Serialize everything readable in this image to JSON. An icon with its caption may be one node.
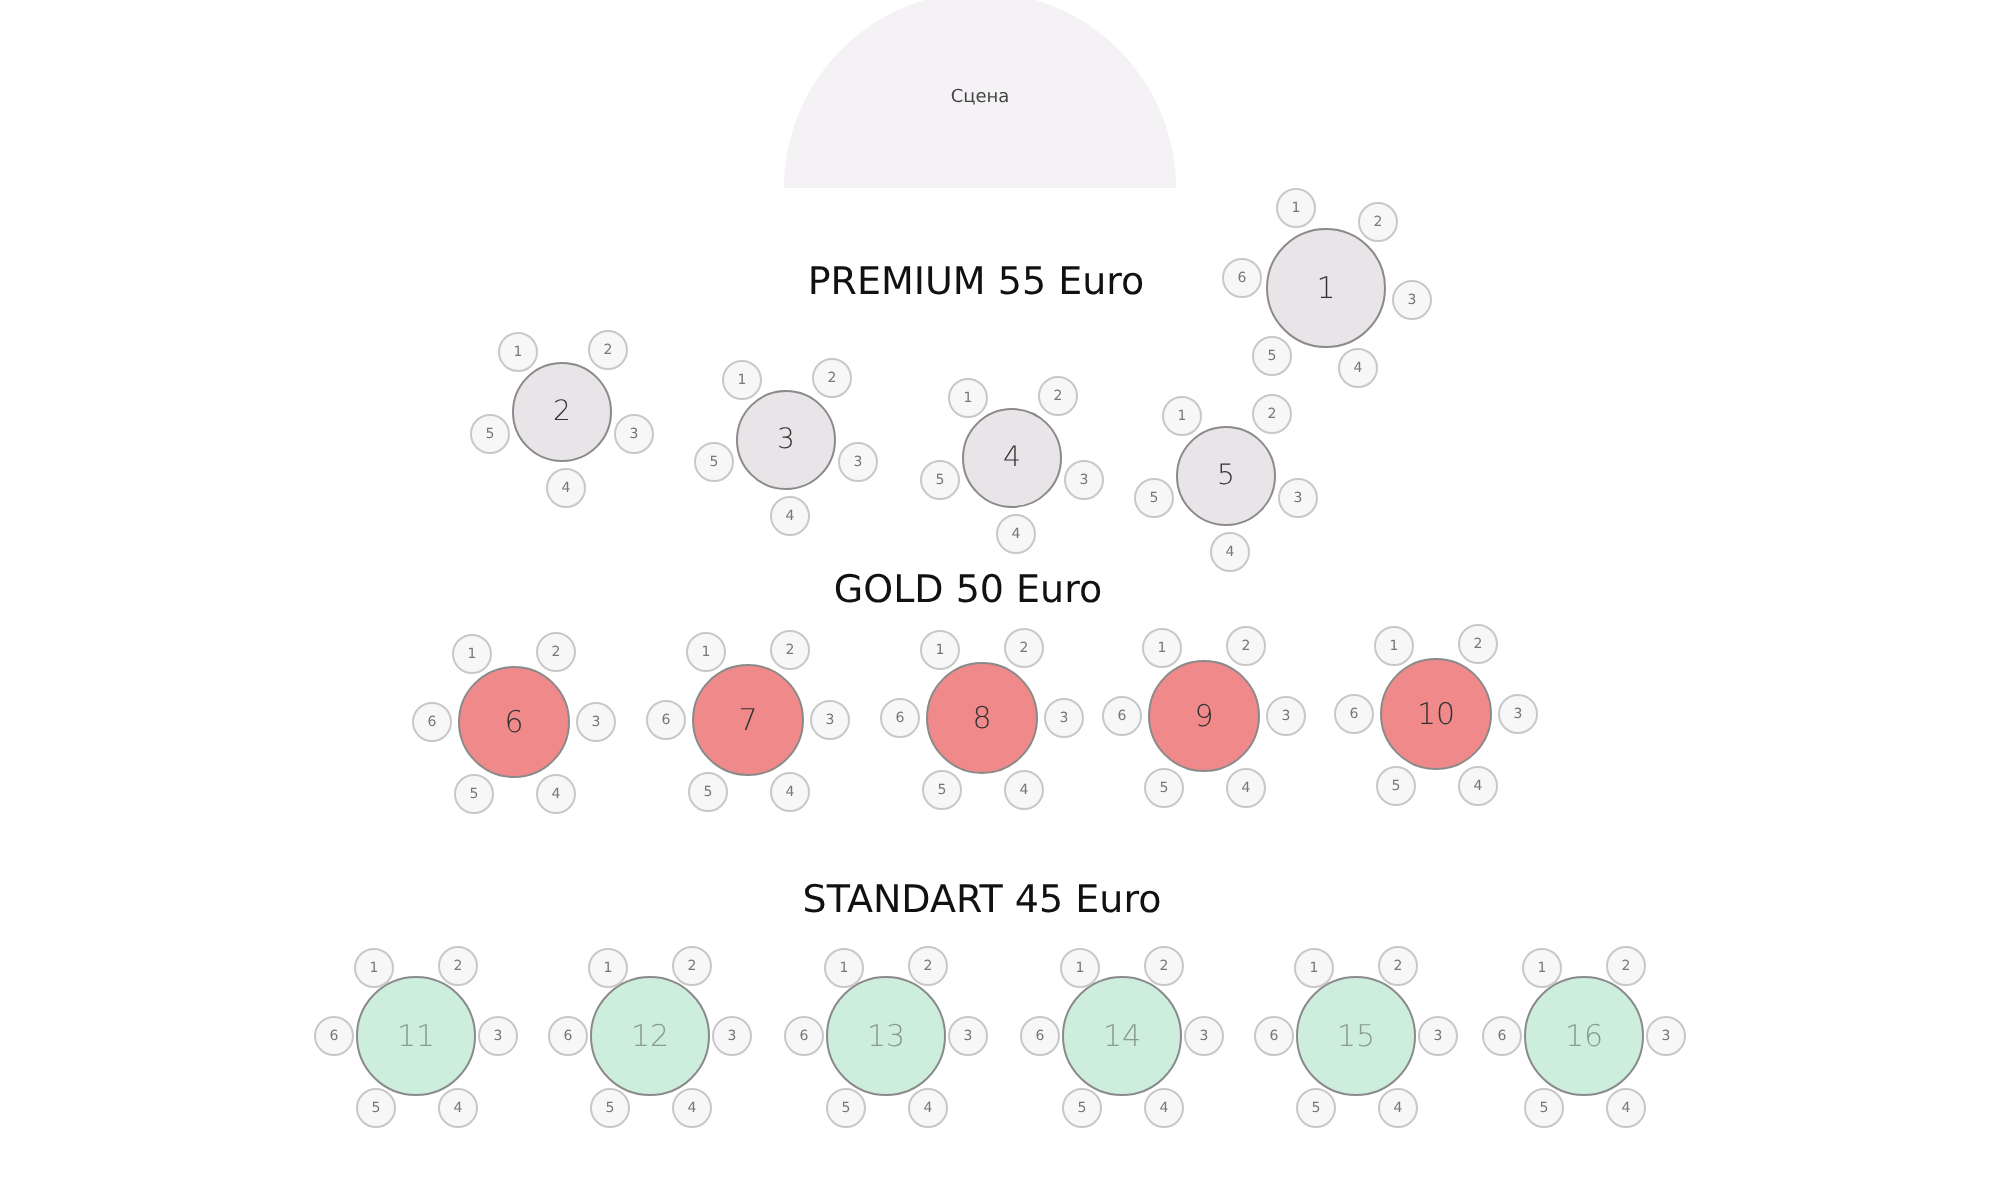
{
  "diagram": {
    "nodes": [
      {
        "text": [
          "Сцена"
        ]
      },
      {
        "text": [
          "1"
        ]
      },
      {
        "text": [
          "1"
        ]
      },
      {
        "text": [
          "2"
        ]
      },
      {
        "text": [
          "3"
        ]
      },
      {
        "text": [
          "4"
        ]
      },
      {
        "text": [
          "5"
        ]
      },
      {
        "text": [
          "6"
        ]
      },
      {
        "text": [
          "2"
        ]
      },
      {
        "text": [
          "1"
        ]
      },
      {
        "text": [
          "2"
        ]
      },
      {
        "text": [
          "3"
        ]
      },
      {
        "text": [
          "4"
        ]
      },
      {
        "text": [
          "5"
        ]
      },
      {
        "text": [
          "3"
        ]
      },
      {
        "text": [
          "1"
        ]
      },
      {
        "text": [
          "2"
        ]
      },
      {
        "text": [
          "3"
        ]
      },
      {
        "text": [
          "4"
        ]
      },
      {
        "text": [
          "5"
        ]
      },
      {
        "text": [
          "4"
        ]
      },
      {
        "text": [
          "1"
        ]
      },
      {
        "text": [
          "2"
        ]
      },
      {
        "text": [
          "3"
        ]
      },
      {
        "text": [
          "4"
        ]
      },
      {
        "text": [
          "5"
        ]
      },
      {
        "text": [
          "5"
        ]
      },
      {
        "text": [
          "1"
        ]
      },
      {
        "text": [
          "2"
        ]
      },
      {
        "text": [
          "3"
        ]
      },
      {
        "text": [
          "4"
        ]
      },
      {
        "text": [
          "5"
        ]
      },
      {
        "text": [
          "6"
        ]
      },
      {
        "text": [
          "1"
        ]
      },
      {
        "text": [
          "2"
        ]
      },
      {
        "text": [
          "3"
        ]
      },
      {
        "text": [
          "4"
        ]
      },
      {
        "text": [
          "5"
        ]
      },
      {
        "text": [
          "6"
        ]
      },
      {
        "text": [
          "7"
        ]
      },
      {
        "text": [
          "1"
        ]
      },
      {
        "text": [
          "2"
        ]
      },
      {
        "text": [
          "3"
        ]
      },
      {
        "text": [
          "4"
        ]
      },
      {
        "text": [
          "5"
        ]
      },
      {
        "text": [
          "6"
        ]
      },
      {
        "text": [
          "8"
        ]
      },
      {
        "text": [
          "1"
        ]
      },
      {
        "text": [
          "2"
        ]
      },
      {
        "text": [
          "3"
        ]
      },
      {
        "text": [
          "4"
        ]
      },
      {
        "text": [
          "5"
        ]
      },
      {
        "text": [
          "6"
        ]
      },
      {
        "text": [
          "9"
        ]
      },
      {
        "text": [
          "1"
        ]
      },
      {
        "text": [
          "2"
        ]
      },
      {
        "text": [
          "3"
        ]
      },
      {
        "text": [
          "4"
        ]
      },
      {
        "text": [
          "5"
        ]
      },
      {
        "text": [
          "6"
        ]
      },
      {
        "text": [
          "10"
        ]
      },
      {
        "text": [
          "1"
        ]
      },
      {
        "text": [
          "2"
        ]
      },
      {
        "text": [
          "3"
        ]
      },
      {
        "text": [
          "4"
        ]
      },
      {
        "text": [
          "5"
        ]
      },
      {
        "text": [
          "6"
        ]
      },
      {
        "text": [
          "11"
        ]
      },
      {
        "text": [
          "1"
        ]
      },
      {
        "text": [
          "2"
        ]
      },
      {
        "text": [
          "3"
        ]
      },
      {
        "text": [
          "4"
        ]
      },
      {
        "text": [
          "5"
        ]
      },
      {
        "text": [
          "6"
        ]
      },
      {
        "text": [
          "12"
        ]
      },
      {
        "text": [
          "1"
        ]
      },
      {
        "text": [
          "2"
        ]
      },
      {
        "text": [
          "3"
        ]
      },
      {
        "text": [
          "4"
        ]
      },
      {
        "text": [
          "5"
        ]
      },
      {
        "text": [
          "6"
        ]
      },
      {
        "text": [
          "13"
        ]
      },
      {
        "text": [
          "1"
        ]
      },
      {
        "text": [
          "2"
        ]
      },
      {
        "text": [
          "3"
        ]
      },
      {
        "text": [
          "4"
        ]
      },
      {
        "text": [
          "5"
        ]
      },
      {
        "text": [
          "6"
        ]
      },
      {
        "text": [
          "14"
        ]
      },
      {
        "text": [
          "1"
        ]
      },
      {
        "text": [
          "2"
        ]
      },
      {
        "text": [
          "3"
        ]
      },
      {
        "text": [
          "4"
        ]
      },
      {
        "text": [
          "5"
        ]
      },
      {
        "text": [
          "6"
        ]
      },
      {
        "text": [
          "15"
        ]
      },
      {
        "text": [
          "1"
        ]
      },
      {
        "text": [
          "2"
        ]
      },
      {
        "text": [
          "3"
        ]
      },
      {
        "text": [
          "4"
        ]
      },
      {
        "text": [
          "5"
        ]
      },
      {
        "text": [
          "6"
        ]
      },
      {
        "text": [
          "16"
        ]
      },
      {
        "text": [
          "1"
        ]
      },
      {
        "text": [
          "2"
        ]
      },
      {
        "text": [
          "3"
        ]
      },
      {
        "text": [
          "4"
        ]
      },
      {
        "text": [
          "5"
        ]
      },
      {
        "text": [
          "6"
        ]
      }
    ],
    "labels": [
      "PREMIUM 55 Euro",
      "GOLD 50 Euro",
      "STANDART 45 Euro"
    ]
  }
}
